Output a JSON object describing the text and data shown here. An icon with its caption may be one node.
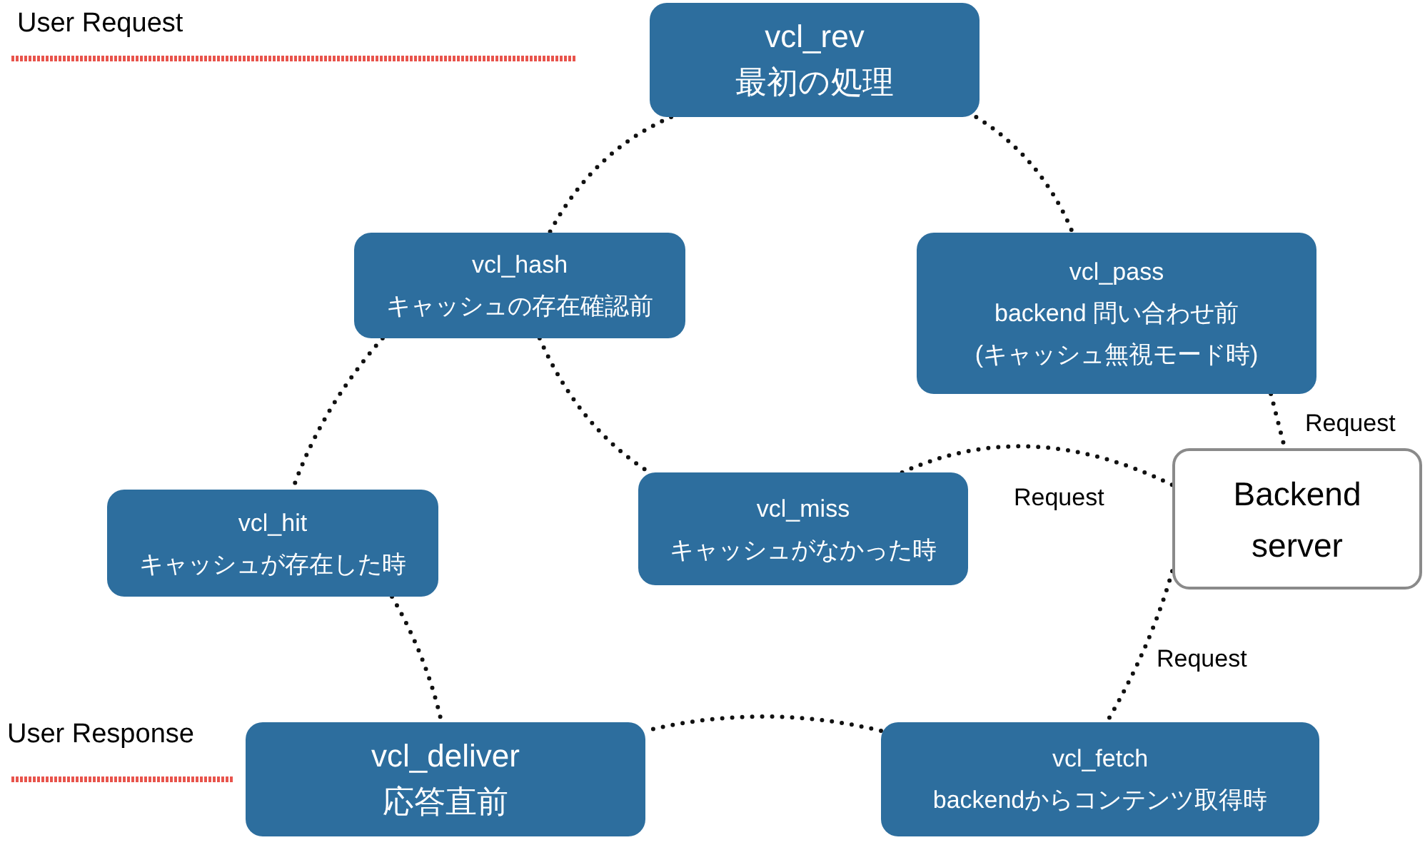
{
  "diagram": {
    "nodes": [
      {
        "text": [
          "vcl_rev",
          "最初の処理"
        ]
      },
      {
        "text": [
          "vcl_hash",
          "キャッシュの存在確認前"
        ]
      },
      {
        "text": [
          "vcl_pass",
          "backend 問い合わせ前",
          "(キャッシュ無視モード時)"
        ]
      },
      {
        "text": [
          "vcl_hit",
          "キャッシュが存在した時"
        ]
      },
      {
        "text": [
          "vcl_miss",
          "キャッシュがなかった時"
        ]
      },
      {
        "text": [
          "Backend server"
        ]
      },
      {
        "text": [
          "vcl_deliver",
          "応答直前"
        ]
      },
      {
        "text": [
          "vcl_fetch",
          "backendからコンテンツ取得時"
        ]
      }
    ],
    "edges": [
      {
        "from": 0,
        "to": 1,
        "arrow": "none",
        "style": "dashed"
      },
      {
        "from": 0,
        "to": 2,
        "arrow": "none",
        "style": "dashed"
      },
      {
        "from": 1,
        "to": 3,
        "arrow": "none",
        "style": "dashed"
      },
      {
        "from": 1,
        "to": 4,
        "arrow": "none",
        "style": "dashed"
      },
      {
        "from": 3,
        "to": 6,
        "arrow": "none",
        "style": "dashed"
      },
      {
        "from": 4,
        "to": 5,
        "arrow": "none",
        "style": "dashed",
        "label": "Request"
      },
      {
        "from": 2,
        "to": 5,
        "arrow": "none",
        "style": "dashed",
        "label": "Request"
      },
      {
        "from": 5,
        "to": 7,
        "arrow": "none",
        "style": "dashed",
        "label": "Request"
      },
      {
        "from": 7,
        "to": 6,
        "arrow": "none",
        "style": "dashed"
      }
    ],
    "labels": [
      "User Request",
      "User Response"
    ]
  }
}
